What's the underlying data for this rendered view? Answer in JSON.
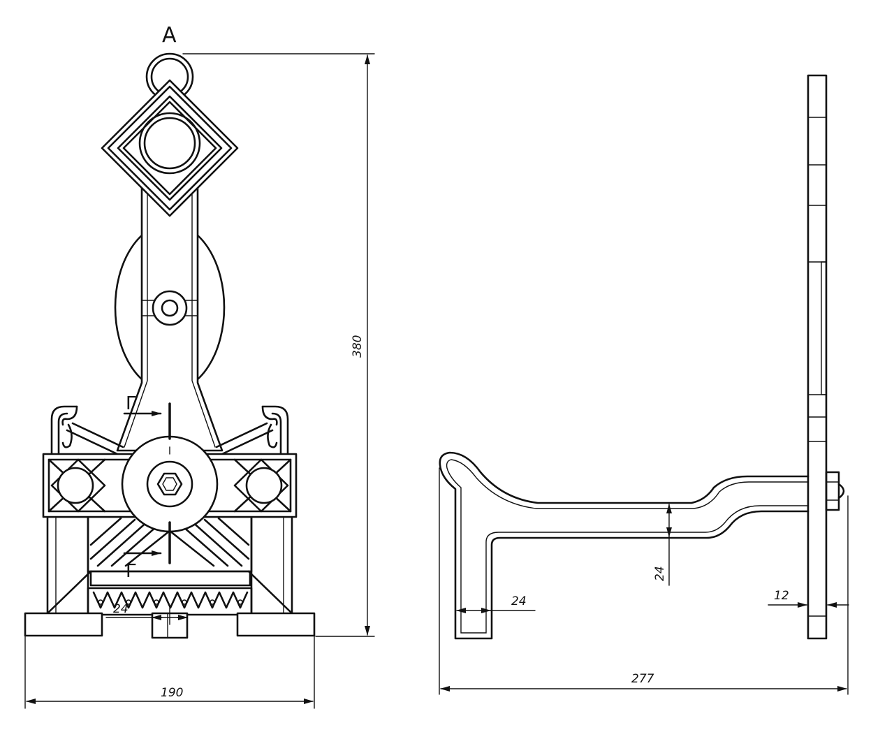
{
  "view_label": "A",
  "section_mark": "Г",
  "front_view": {
    "height_dim": "380",
    "width_dim": "190",
    "slot_dim": "24"
  },
  "side_view": {
    "arm_thickness_dim": "24",
    "foot_width_dim": "24",
    "plate_thickness_dim": "12",
    "overall_length_dim": "277"
  },
  "colors": {
    "line": "#111111",
    "background": "#ffffff"
  }
}
